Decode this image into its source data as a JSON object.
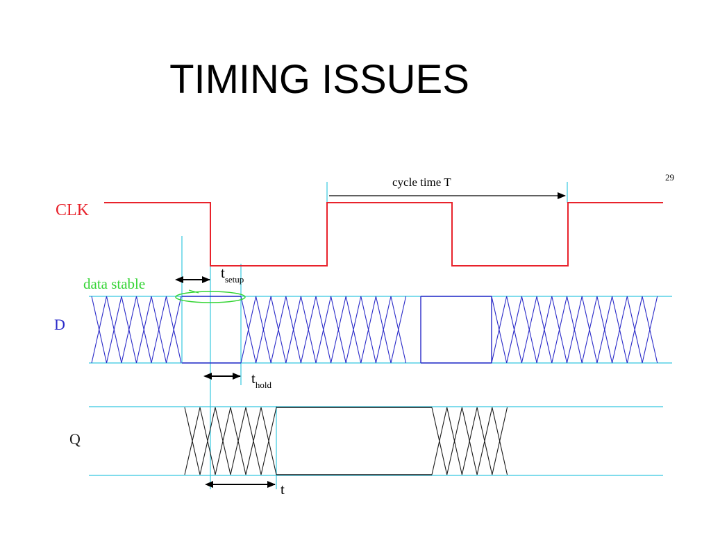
{
  "title": "TIMING ISSUES",
  "page_number": "29",
  "signals": {
    "clk_label": "CLK",
    "d_label": "D",
    "q_label": "Q"
  },
  "annotations": {
    "cycle_time": "cycle time T",
    "data_stable": "data stable",
    "t_setup_main": "t",
    "t_setup_sub": "setup",
    "t_hold_main": "t",
    "t_hold_sub": "hold",
    "t_delay_main": "t"
  },
  "colors": {
    "clk": "#e8222b",
    "d": "#2929c8",
    "q": "#1a1a1a",
    "guide": "#35c8e0",
    "stable": "#33d433",
    "arrow": "#000000"
  }
}
